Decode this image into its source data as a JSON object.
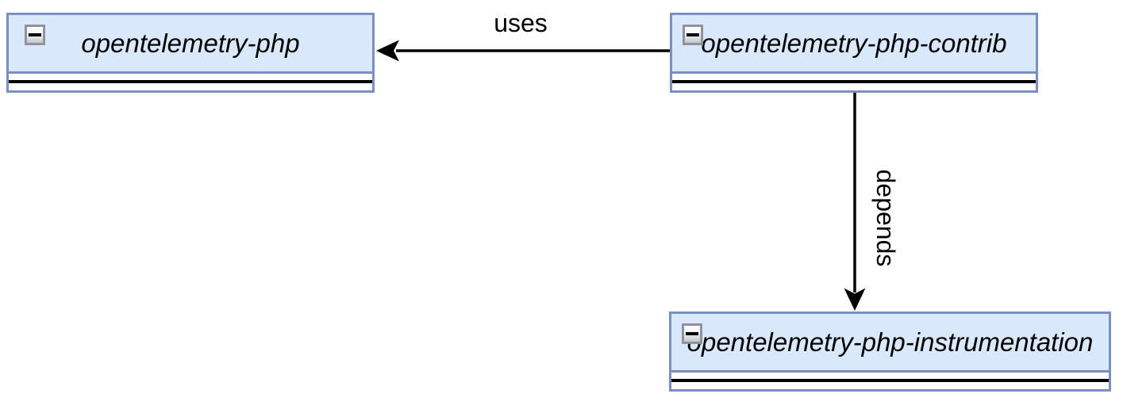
{
  "diagram": {
    "colors": {
      "node_fill": "#dae8fc",
      "node_border": "#7a90c0",
      "line": "#000000"
    },
    "nodes": [
      {
        "id": "opentelemetry-php",
        "label": "opentelemetry-php",
        "collapsed": true
      },
      {
        "id": "opentelemetry-php-contrib",
        "label": "opentelemetry-php-contrib",
        "collapsed": true
      },
      {
        "id": "opentelemetry-php-instrumentation",
        "label": "opentelemetry-php-instrumentation",
        "collapsed": true
      }
    ],
    "edges": [
      {
        "from": "opentelemetry-php-contrib",
        "to": "opentelemetry-php",
        "label": "uses",
        "direction": "left"
      },
      {
        "from": "opentelemetry-php-contrib",
        "to": "opentelemetry-php-instrumentation",
        "label": "depends",
        "direction": "down"
      }
    ],
    "icons": {
      "collapse": "minus-icon"
    }
  }
}
